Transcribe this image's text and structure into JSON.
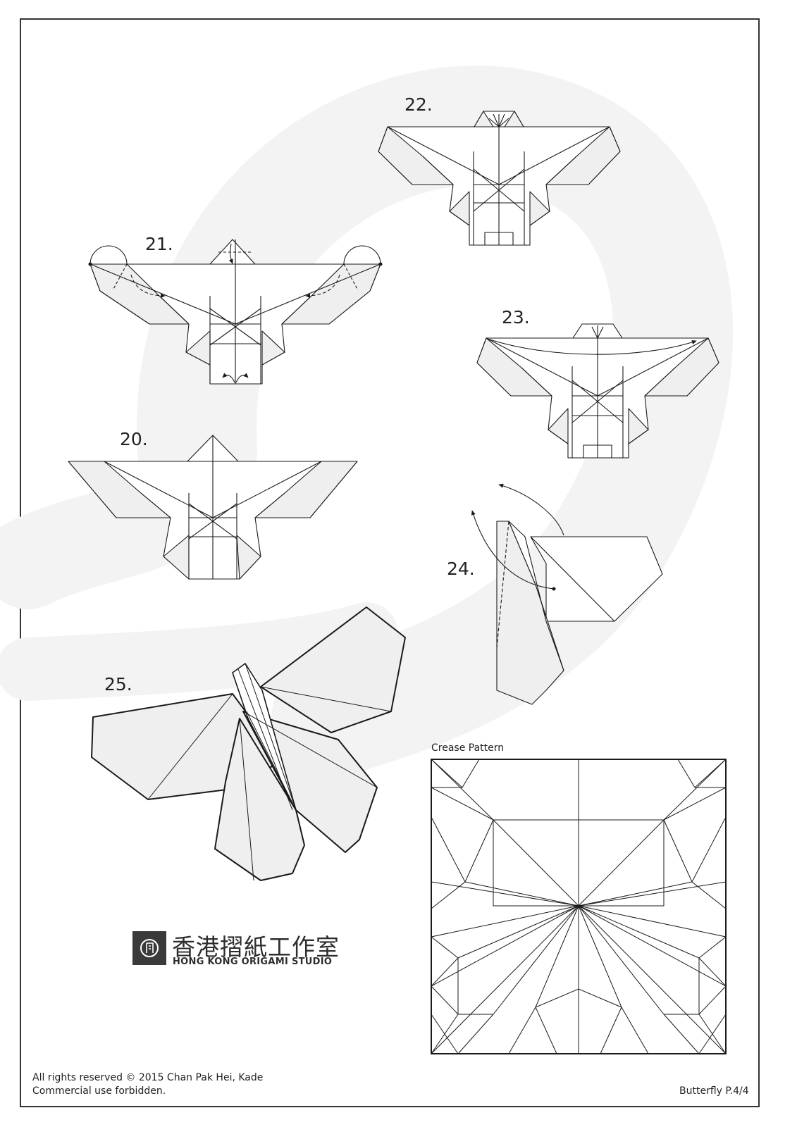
{
  "steps": [
    {
      "label": "22."
    },
    {
      "label": "21."
    },
    {
      "label": "23."
    },
    {
      "label": "20."
    },
    {
      "label": "24."
    },
    {
      "label": "25."
    }
  ],
  "crease_pattern": {
    "title": "Crease Pattern"
  },
  "logo": {
    "chinese_name": "香港摺紙工作室",
    "english_name": "HONG KONG ORIGAMI STUDIO"
  },
  "footer": {
    "copyright": "All rights reserved © 2015 Chan Pak Hei, Kade",
    "notice": "Commercial use forbidden.",
    "page": "Butterfly P.4/4"
  },
  "colors": {
    "line": "#1a1a1a",
    "paper_shade": "#efefef",
    "watermark": "#f4f4f4",
    "logo_bg": "#3a3a3a"
  }
}
